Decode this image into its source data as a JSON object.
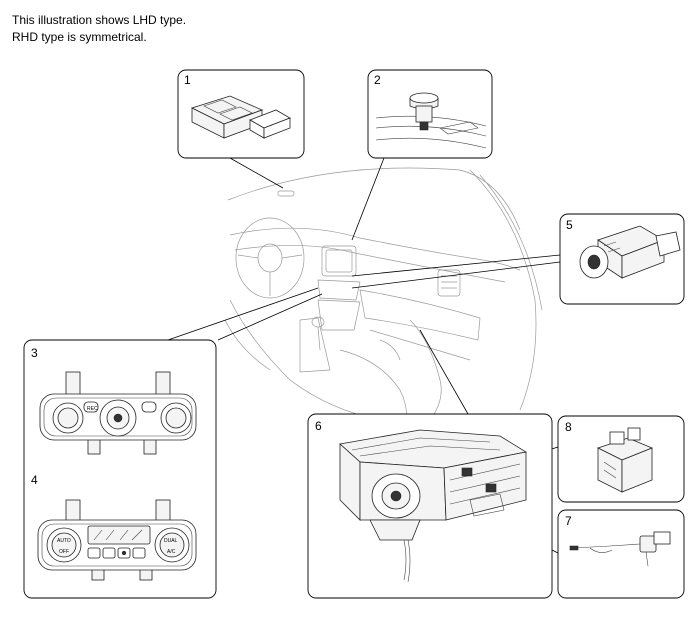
{
  "note": {
    "line1": "This illustration shows LHD type.",
    "line2": "RHD type is symmetrical."
  },
  "callouts": {
    "c1": "1",
    "c2": "2",
    "c3": "3",
    "c4": "4",
    "c5": "5",
    "c6": "6",
    "c7": "7",
    "c8": "8"
  },
  "panel_labels": {
    "recirc": "REC",
    "dual": "DUAL",
    "auto": "AUTO",
    "off": "OFF",
    "ac": "A/C"
  }
}
